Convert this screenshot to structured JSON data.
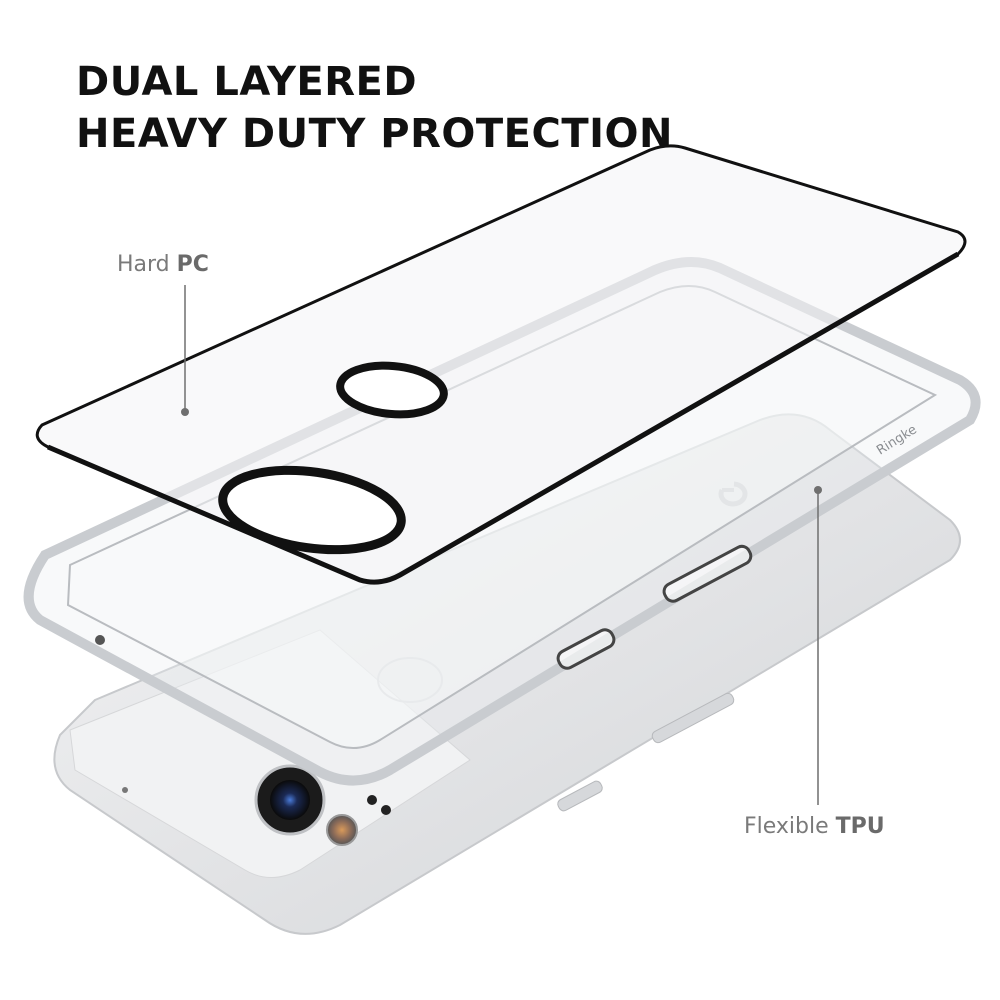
{
  "headline": {
    "line1": "DUAL LAYERED",
    "line2": "HEAVY DUTY PROTECTION"
  },
  "callouts": [
    {
      "light": "Hard ",
      "bold": "PC"
    },
    {
      "light": "Flexible ",
      "bold": "TPU"
    }
  ],
  "case_branding": "Ringke",
  "colors": {
    "headline": "#111111",
    "callout_text": "#7a7a7a",
    "leader_line": "#6f6f6f",
    "phone_body": "#e6e7e9",
    "phone_glass_panel": "#f3f3f3",
    "pc_edge": "#111111",
    "tpu_edge": "#c9ccd0"
  }
}
